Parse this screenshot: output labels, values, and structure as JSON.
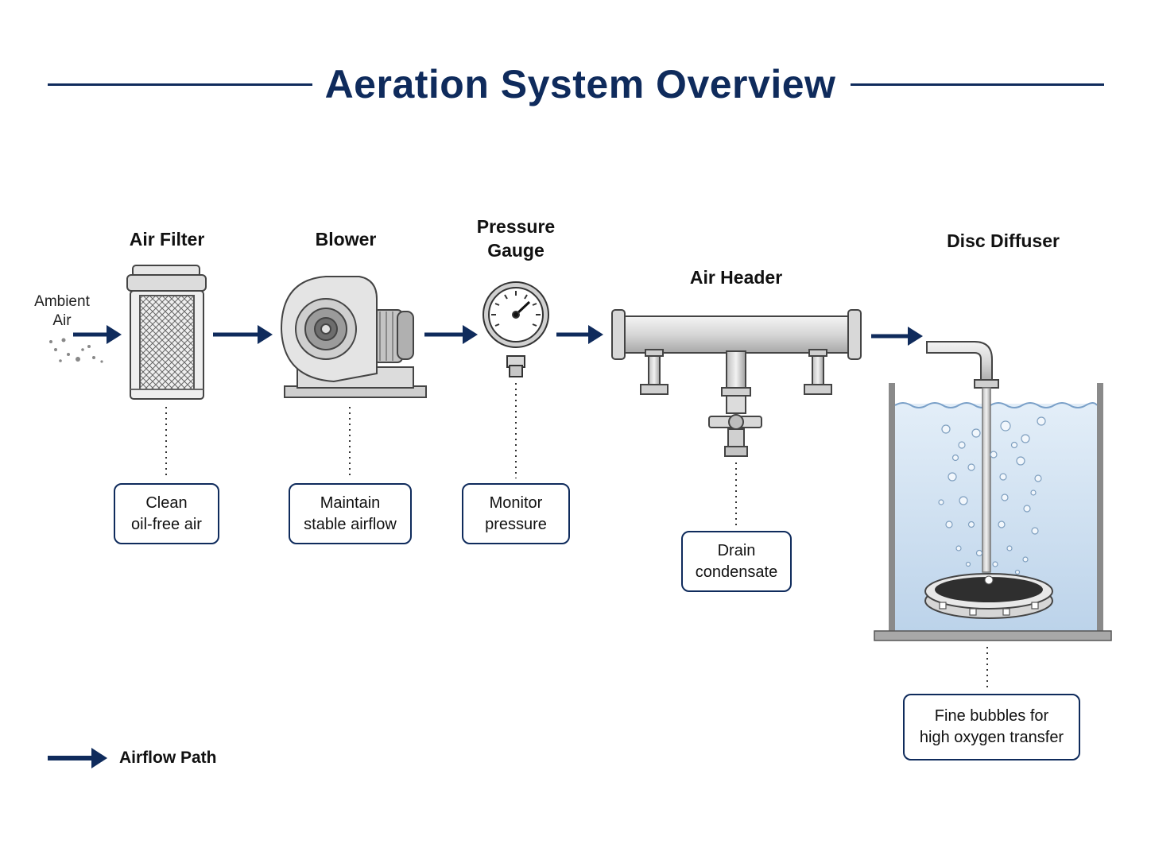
{
  "title": "Aeration System Overview",
  "ambient_label": "Ambient\nAir",
  "components": [
    {
      "name": "Air Filter",
      "note": "Clean\noil-free air"
    },
    {
      "name": "Blower",
      "note": "Maintain\nstable airflow"
    },
    {
      "name": "Pressure\nGauge",
      "note": "Monitor\npressure"
    },
    {
      "name": "Air Header",
      "note": "Drain\ncondensate"
    },
    {
      "name": "Disc Diffuser",
      "note": "Fine bubbles for\nhigh oxygen transfer"
    }
  ],
  "legend": {
    "label": "Airflow Path",
    "icon": "arrow-right-icon"
  },
  "colors": {
    "accent": "#0f2b5c",
    "water": "#cfe0f0",
    "metal": "#d9d9d9"
  }
}
